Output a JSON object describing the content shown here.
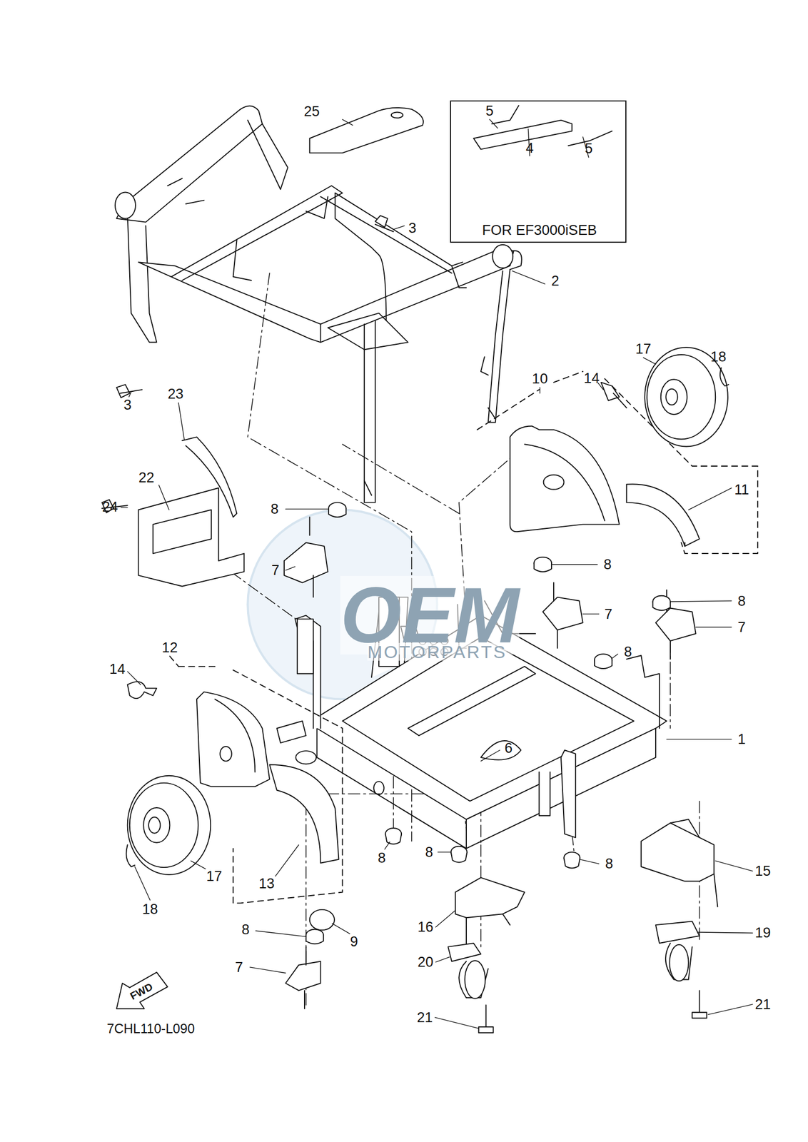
{
  "diagram": {
    "nodes": [
      {
        "text": [
          "FOR EF3000iSEB"
        ]
      }
    ],
    "edges": [],
    "labels": [
      "25",
      "5",
      "4",
      "5",
      "3",
      "2",
      "3",
      "23",
      "22",
      "24",
      "8",
      "7",
      "10",
      "14",
      "17",
      "18",
      "11",
      "8",
      "7",
      "8",
      "7",
      "8",
      "1",
      "6",
      "12",
      "14",
      "17",
      "18",
      "13",
      "8",
      "8",
      "8",
      "9",
      "8",
      "7",
      "15",
      "16",
      "20",
      "19",
      "21",
      "21",
      "FWD",
      "7CHL110-L090",
      "OEM",
      "MOTORPARTS"
    ]
  }
}
